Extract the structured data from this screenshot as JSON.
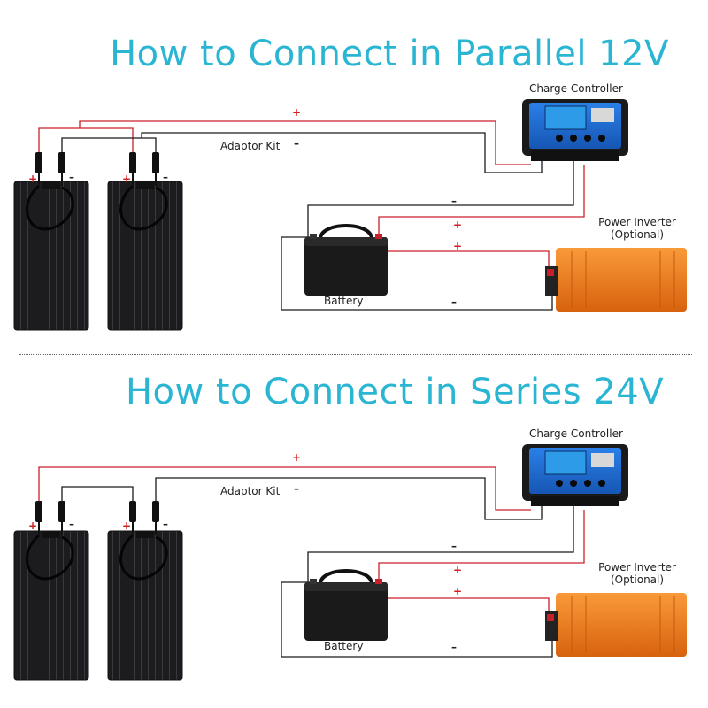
{
  "sections": [
    {
      "title": "How to Connect in Parallel 12V",
      "controller_label": "Charge Controller",
      "adaptor_label": "Adaptor Kit",
      "battery_label": "Battery",
      "inverter_label_line1": "Power Inverter",
      "inverter_label_line2": "(Optional)",
      "plus": "+",
      "minus": "–"
    },
    {
      "title": "How to Connect in Series 24V",
      "controller_label": "Charge Controller",
      "adaptor_label": "Adaptor Kit",
      "battery_label": "Battery",
      "inverter_label_line1": "Power Inverter",
      "inverter_label_line2": "(Optional)",
      "plus": "+",
      "minus": "–"
    }
  ],
  "colors": {
    "title": "#2ab6d3",
    "positive_wire": "#c8202a",
    "negative_wire": "#1a1a1a",
    "panel": "#1c1c1e",
    "controller": "#1f6fd6",
    "inverter": "#f07a1a"
  }
}
